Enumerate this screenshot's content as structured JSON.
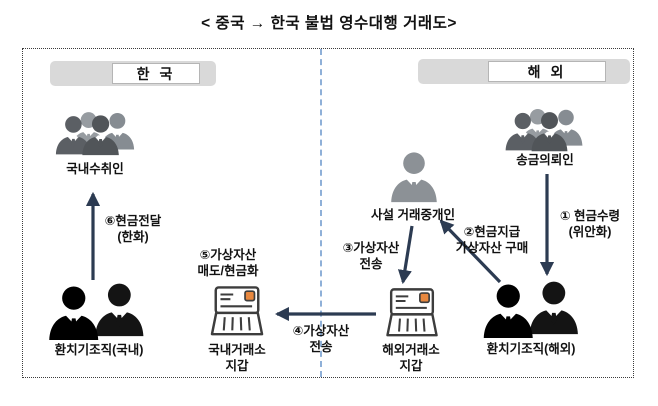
{
  "title": "< 중국 → 한국 불법 영수대행 거래도>",
  "sections": {
    "korea": {
      "label": "한 국"
    },
    "overseas": {
      "label": "해 외"
    }
  },
  "nodes": {
    "domestic_recipient": {
      "label": "국내수취인",
      "icon": "people-group-icon"
    },
    "hwachigi_domestic": {
      "label": "환치기조직(국내)",
      "icon": "two-black-figures-icon"
    },
    "domestic_exchange_wallet": {
      "label": "국내거래소\n지갑",
      "icon": "wallet-icon"
    },
    "overseas_exchange_wallet": {
      "label": "해외거래소\n지갑",
      "icon": "wallet-icon"
    },
    "private_broker": {
      "label": "사설 거래중개인",
      "icon": "person-icon"
    },
    "remitter": {
      "label": "송금의뢰인",
      "icon": "people-group-icon"
    },
    "hwachigi_overseas": {
      "label": "환치기조직(해외)",
      "icon": "two-black-figures-icon"
    }
  },
  "flows": {
    "step1": "① 현금수령\n(위안화)",
    "step2": "②현금지급\n가상자산 구매",
    "step3": "③가상자산\n전송",
    "step4": "④가상자산\n전송",
    "step5": "⑤가상자산\n매도/현금화",
    "step6": "⑥현금전달\n(한화)"
  },
  "colors": {
    "arrow": "#2c3b52",
    "divider_dash": "#8fb0d8",
    "wallet_chip": "#e8883f",
    "header_bg": "#d9d9d9",
    "gray_person_dark": "#5b5f64",
    "gray_person_light": "#979ca1",
    "black_person": "#0b0b0b"
  }
}
